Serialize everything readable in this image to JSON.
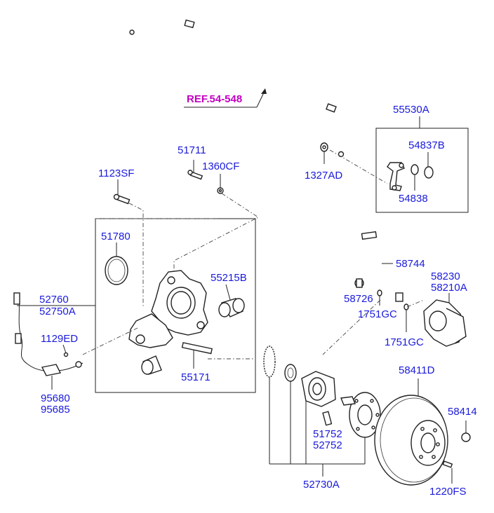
{
  "labels": {
    "ref_54_548": "REF.54-548",
    "p55530A": "55530A",
    "p54837B": "54837B",
    "p54838": "54838",
    "p1327AD": "1327AD",
    "p51711": "51711",
    "p1360CF": "1360CF",
    "p1123SF": "1123SF",
    "p51780": "51780",
    "p55215B": "55215B",
    "p52760": "52760",
    "p52750A": "52750A",
    "p1129ED": "1129ED",
    "p55171": "55171",
    "p95680": "95680",
    "p95685": "95685",
    "p58744": "58744",
    "p58230": "58230",
    "p58210A": "58210A",
    "p58726": "58726",
    "p1751GC_a": "1751GC",
    "p1751GC_b": "1751GC",
    "p58411D": "58411D",
    "p58414": "58414",
    "p51752": "51752",
    "p52752": "52752",
    "p52730A": "52730A",
    "p1220FS": "1220FS"
  },
  "colors": {
    "part_number": "#1a1adc",
    "reference": "#c000c0",
    "lines": "#222222",
    "background": "#ffffff"
  }
}
